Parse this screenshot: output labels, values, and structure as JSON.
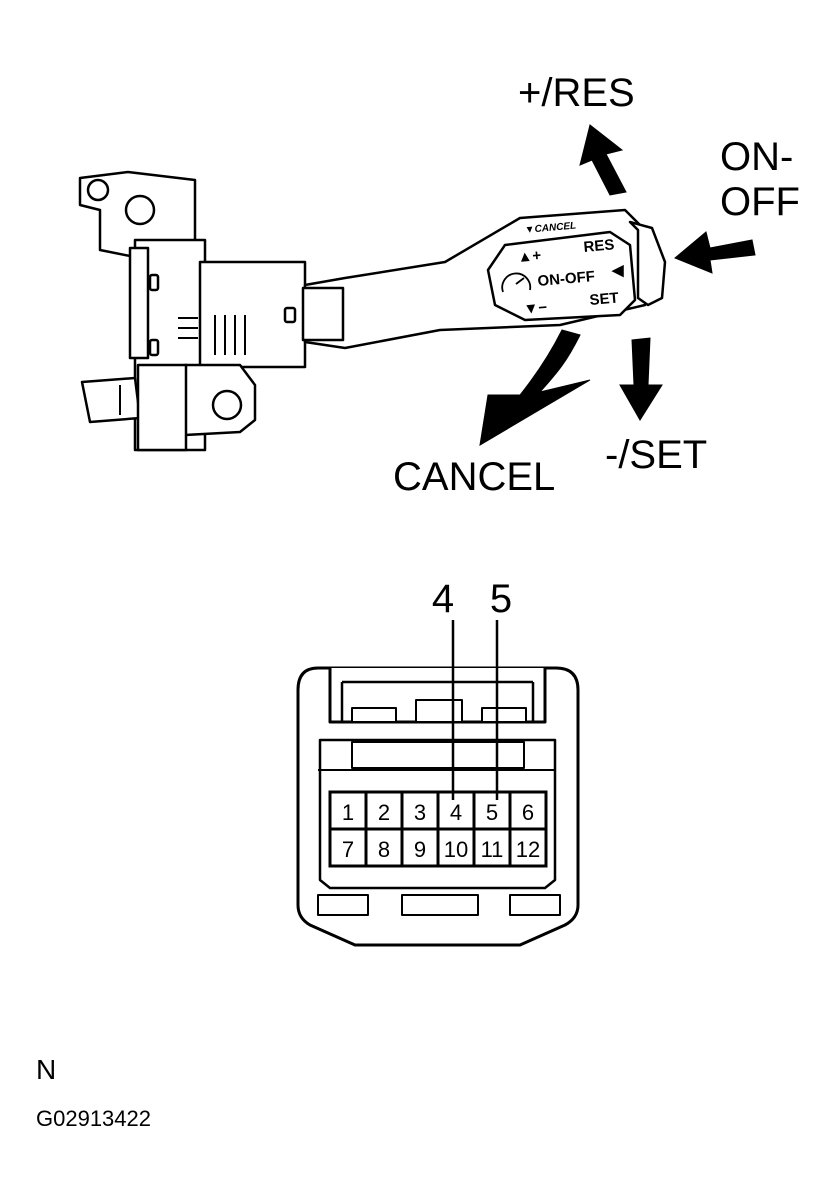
{
  "switch": {
    "labels": {
      "res": "+/RES",
      "on_off_1": "ON-",
      "on_off_2": "OFF",
      "cancel": "CANCEL",
      "set": "-/SET"
    },
    "lever_text": {
      "cancel": "▼CANCEL",
      "plus": "▲+",
      "res": "RES",
      "on_off": "ON-OFF",
      "on_off_arrow": "◀",
      "minus": "▼−",
      "set": "SET"
    }
  },
  "connector": {
    "callouts": [
      "4",
      "5"
    ],
    "pins_top": [
      "1",
      "2",
      "3",
      "4",
      "5",
      "6"
    ],
    "pins_bottom": [
      "7",
      "8",
      "9",
      "10",
      "11",
      "12"
    ]
  },
  "footer": {
    "code_letter": "N",
    "figure_id": "G02913422"
  }
}
